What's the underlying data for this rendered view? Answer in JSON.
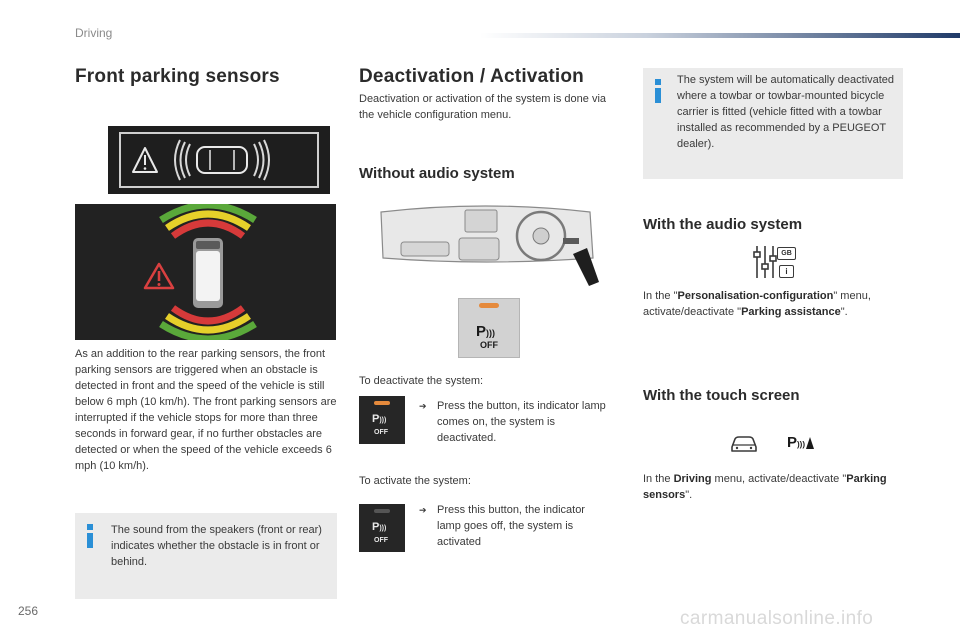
{
  "header": {
    "section": "Driving"
  },
  "col1": {
    "title": "Front parking sensors",
    "body": "As an addition to the rear parking sensors, the front parking sensors are triggered when an obstacle is detected in front and the speed of the vehicle is still below 6 mph (10 km/h). The front parking sensors are interrupted if the vehicle stops for more than three seconds in forward gear, if no further obstacles are detected or when the speed of the vehicle exceeds 6 mph (10 km/h).",
    "info": "The sound from the speakers (front or rear) indicates whether the obstacle is in front or behind."
  },
  "col2": {
    "title": "Deactivation / Activation",
    "intro": "Deactivation or activation of the system is done via the vehicle configuration menu.",
    "without_audio_title": "Without audio system",
    "button_label": "OFF",
    "deactivate_lead": "To deactivate the system:",
    "deactivate_step": "Press the button, its indicator lamp comes on, the system is deactivated.",
    "activate_lead": "To activate the system:",
    "activate_step": "Press this button, the indicator lamp goes off, the system is activated",
    "bullet": "➔"
  },
  "col3": {
    "info": "The system will be automatically deactivated where a towbar or towbar-mounted bicycle carrier is fitted (vehicle fitted with a towbar installed as recommended by a PEUGEOT dealer).",
    "audio_title": "With the audio system",
    "audio_badge_top": "GB",
    "audio_badge_bottom": "i",
    "audio_text_pre": "In the \"",
    "audio_text_menu": "Personalisation-configuration",
    "audio_text_mid": "\" menu, activate/deactivate \"",
    "audio_text_item": "Parking assistance",
    "audio_text_post": "\".",
    "touch_title": "With the touch screen",
    "touch_text_pre": "In the ",
    "touch_text_menu": "Driving",
    "touch_text_mid": " menu, activate/deactivate \"",
    "touch_text_item": "Parking sensors",
    "touch_text_post": "\"."
  },
  "footer": {
    "page_number": "256",
    "watermark": "carmanualsonline.info"
  },
  "colors": {
    "heading": "#2b2b2b",
    "info_blue": "#2a8fd6",
    "alert_red": "#d94040",
    "sensor_green": "#5aa83a",
    "sensor_yellow": "#e6d02a",
    "sensor_red": "#d63a3a",
    "lamp_orange": "#e58a3c"
  }
}
